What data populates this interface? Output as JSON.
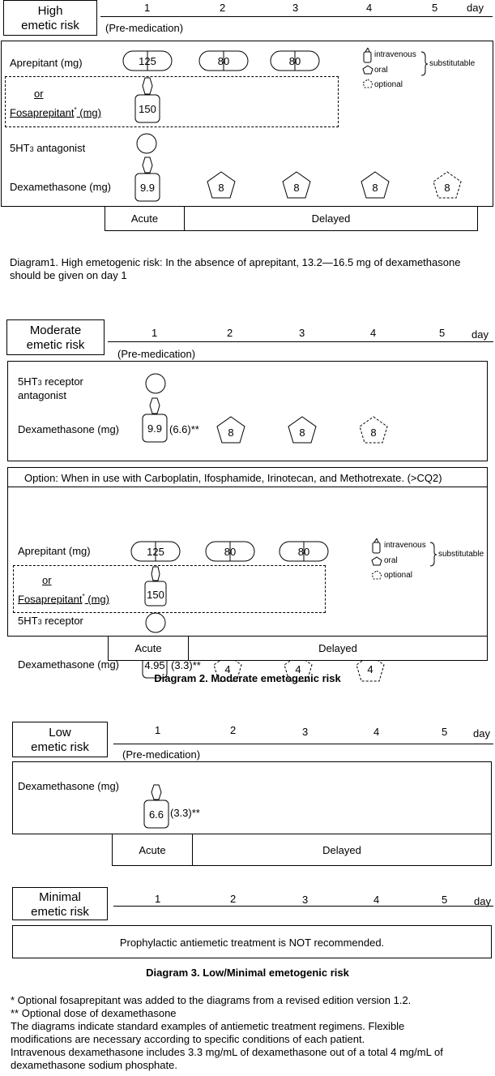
{
  "days": [
    "1",
    "2",
    "3",
    "4",
    "5"
  ],
  "day_label": "day",
  "premed": "(Pre-medication)",
  "acute": "Acute",
  "delayed": "Delayed",
  "legend": {
    "intravenous": "intravenous",
    "oral": "oral",
    "optional": "optional",
    "substitutable": "substitutable"
  },
  "high": {
    "title_1": "High",
    "title_2": "emetic risk",
    "aprepitant": "Aprepitant (mg)",
    "or": "or",
    "fosaprepitant": "Fosaprepitant",
    "fosaprepitant_star": "*",
    "fosaprepitant_unit": " (mg)",
    "ht3": "5HT",
    "ht3_sub": "3",
    "ht3_rest": " antagonist",
    "dexa": "Dexamethasone (mg)",
    "apr_doses": [
      "125",
      "80",
      "80"
    ],
    "fos_dose": "150",
    "dexa_iv": "9.9",
    "dexa_oral": [
      "8",
      "8",
      "8"
    ],
    "dexa_opt": "8",
    "caption": "Diagram1. High emetogenic risk: In the absence of aprepitant, 13.2—16.5 mg of dexamethasone should be given on day 1"
  },
  "moderate": {
    "title_1": "Moderate",
    "title_2": "emetic risk",
    "ht3_1": "5HT",
    "ht3_sub": "3",
    "ht3_rest": " receptor",
    "ht3_2": "antagonist",
    "dexa": "Dexamethasone (mg)",
    "dexa_iv": "9.9",
    "dexa_alt": "(6.6)**",
    "dexa_oral": [
      "8",
      "8"
    ],
    "dexa_opt": "8",
    "option_header": "Option: When in use with Carboplatin, Ifosphamide, Irinotecan, and Methotrexate. (>CQ2)",
    "aprepitant": "Aprepitant (mg)",
    "or": "or",
    "fosaprepitant": "Fosaprepitant",
    "fosaprepitant_star": "*",
    "fosaprepitant_unit": " (mg)",
    "apr_doses": [
      "125",
      "80",
      "80"
    ],
    "fos_dose": "150",
    "dexa2_iv": "4.95",
    "dexa2_alt": "(3.3)**",
    "dexa2_opt": [
      "4",
      "4",
      "4"
    ],
    "caption": "Diagram 2. Moderate emetogenic risk"
  },
  "low": {
    "title_1": "Low",
    "title_2": "emetic risk",
    "dexa": "Dexamethasone (mg)",
    "dexa_iv": "6.6",
    "dexa_alt": "(3.3)**"
  },
  "minimal": {
    "title_1": "Minimal",
    "title_2": "emetic risk",
    "statement": "Prophylactic antiemetic treatment is NOT recommended.",
    "caption": "Diagram 3. Low/Minimal emetogenic risk"
  },
  "footnotes": [
    "* Optional fosaprepitant was added to the diagrams from a revised edition version 1.2.",
    "** Optional dose of dexamethasone",
    "The diagrams indicate standard examples of antiemetic treatment regimens. Flexible modifications are necessary according to specific conditions of each patient.",
    "Intravenous dexamethasone includes 3.3 mg/mL of dexamethasone out of a total 4 mg/mL of dexamethasone sodium phosphate."
  ]
}
